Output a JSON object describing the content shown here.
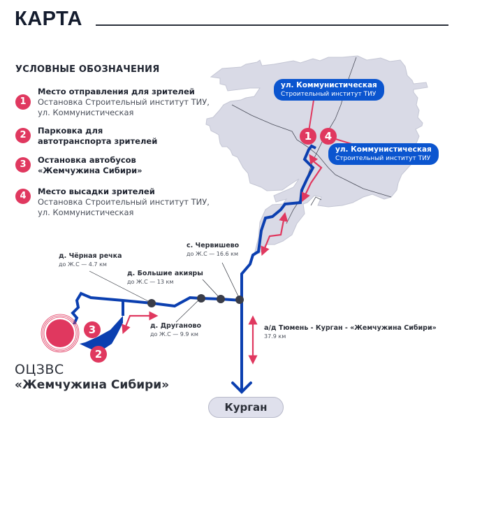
{
  "header": {
    "title": "КАРТА"
  },
  "legend": {
    "title": "УСЛОВНЫЕ ОБОЗНАЧЕНИЯ",
    "items": [
      {
        "number": "1",
        "title": "Место отправления для зрителей",
        "subtitle_line1": "Остановка Строительный институт ТИУ,",
        "subtitle_line2": "ул. Коммунистическая"
      },
      {
        "number": "2",
        "title_line1": "Парковка для",
        "title_line2": "автотранспорта зрителей"
      },
      {
        "number": "3",
        "title_line1": "Остановка автобусов",
        "title_line2": "«Жемчужина Сибири»"
      },
      {
        "number": "4",
        "title": "Место высадки зрителей",
        "subtitle_line1": "Остановка Строительный институт ТИУ,",
        "subtitle_line2": "ул. Коммунистическая"
      }
    ]
  },
  "map": {
    "callouts": [
      {
        "marker": "1",
        "street": "ул. Коммунистическая",
        "stop": "Строительный институт ТИУ"
      },
      {
        "marker": "4",
        "street": "ул. Коммунистическая",
        "stop": "Строительный институт ТИУ"
      }
    ],
    "stops": [
      {
        "name": "д. Чёрная речка",
        "distance": "до Ж.С — 4.7 км"
      },
      {
        "name": "д. Большие акияры",
        "distance": "до Ж.С — 13 км"
      },
      {
        "name": "с. Червишево",
        "distance": "до Ж.С — 16.6 км"
      },
      {
        "name": "д. Друганово",
        "distance": "до Ж.С — 9.9 км"
      }
    ],
    "road": {
      "name": "а/д Тюмень - Курган - «Жемчужина Сибири»",
      "distance": "37.9 км"
    },
    "venue": {
      "type": "ОЦЗВС",
      "name": "«Жемчужина Сибири»",
      "markers": [
        "3",
        "2"
      ]
    },
    "destination": "Курган"
  },
  "colors": {
    "route_blue": "#0b3fb0",
    "accent_red": "#e0385f",
    "callout_blue": "#0b55cf",
    "city_fill": "#d9dae6",
    "text_dark": "#1f2430"
  }
}
